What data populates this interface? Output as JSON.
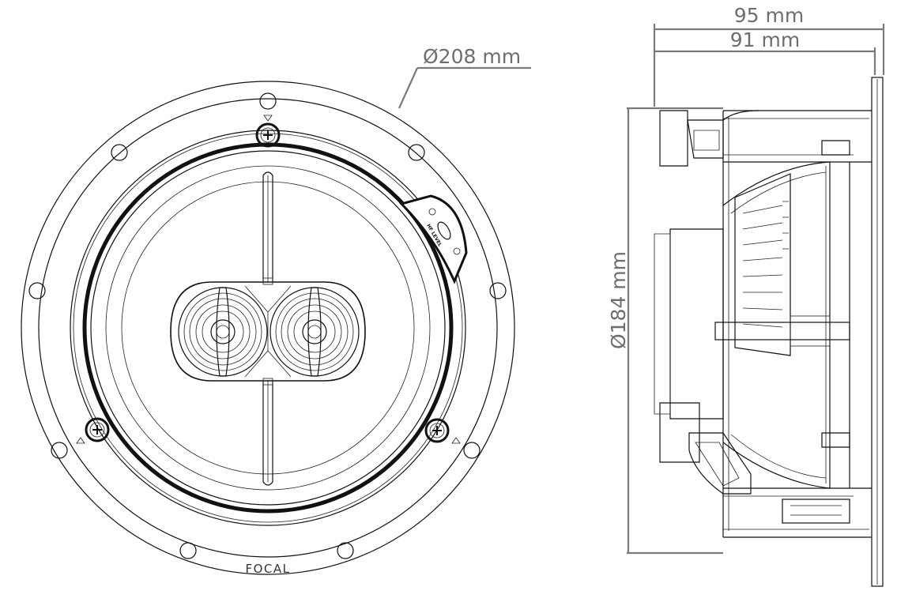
{
  "dimensions": {
    "outer_diameter": "Ø208 mm",
    "cutout_diameter": "Ø184 mm",
    "total_depth": "95 mm",
    "mounting_depth": "91 mm"
  },
  "brand": "FOCAL",
  "level_switch_label": "HF LEVEL",
  "colors": {
    "line": "#111111",
    "dimension": "#7a7a7a",
    "background": "#ffffff"
  }
}
